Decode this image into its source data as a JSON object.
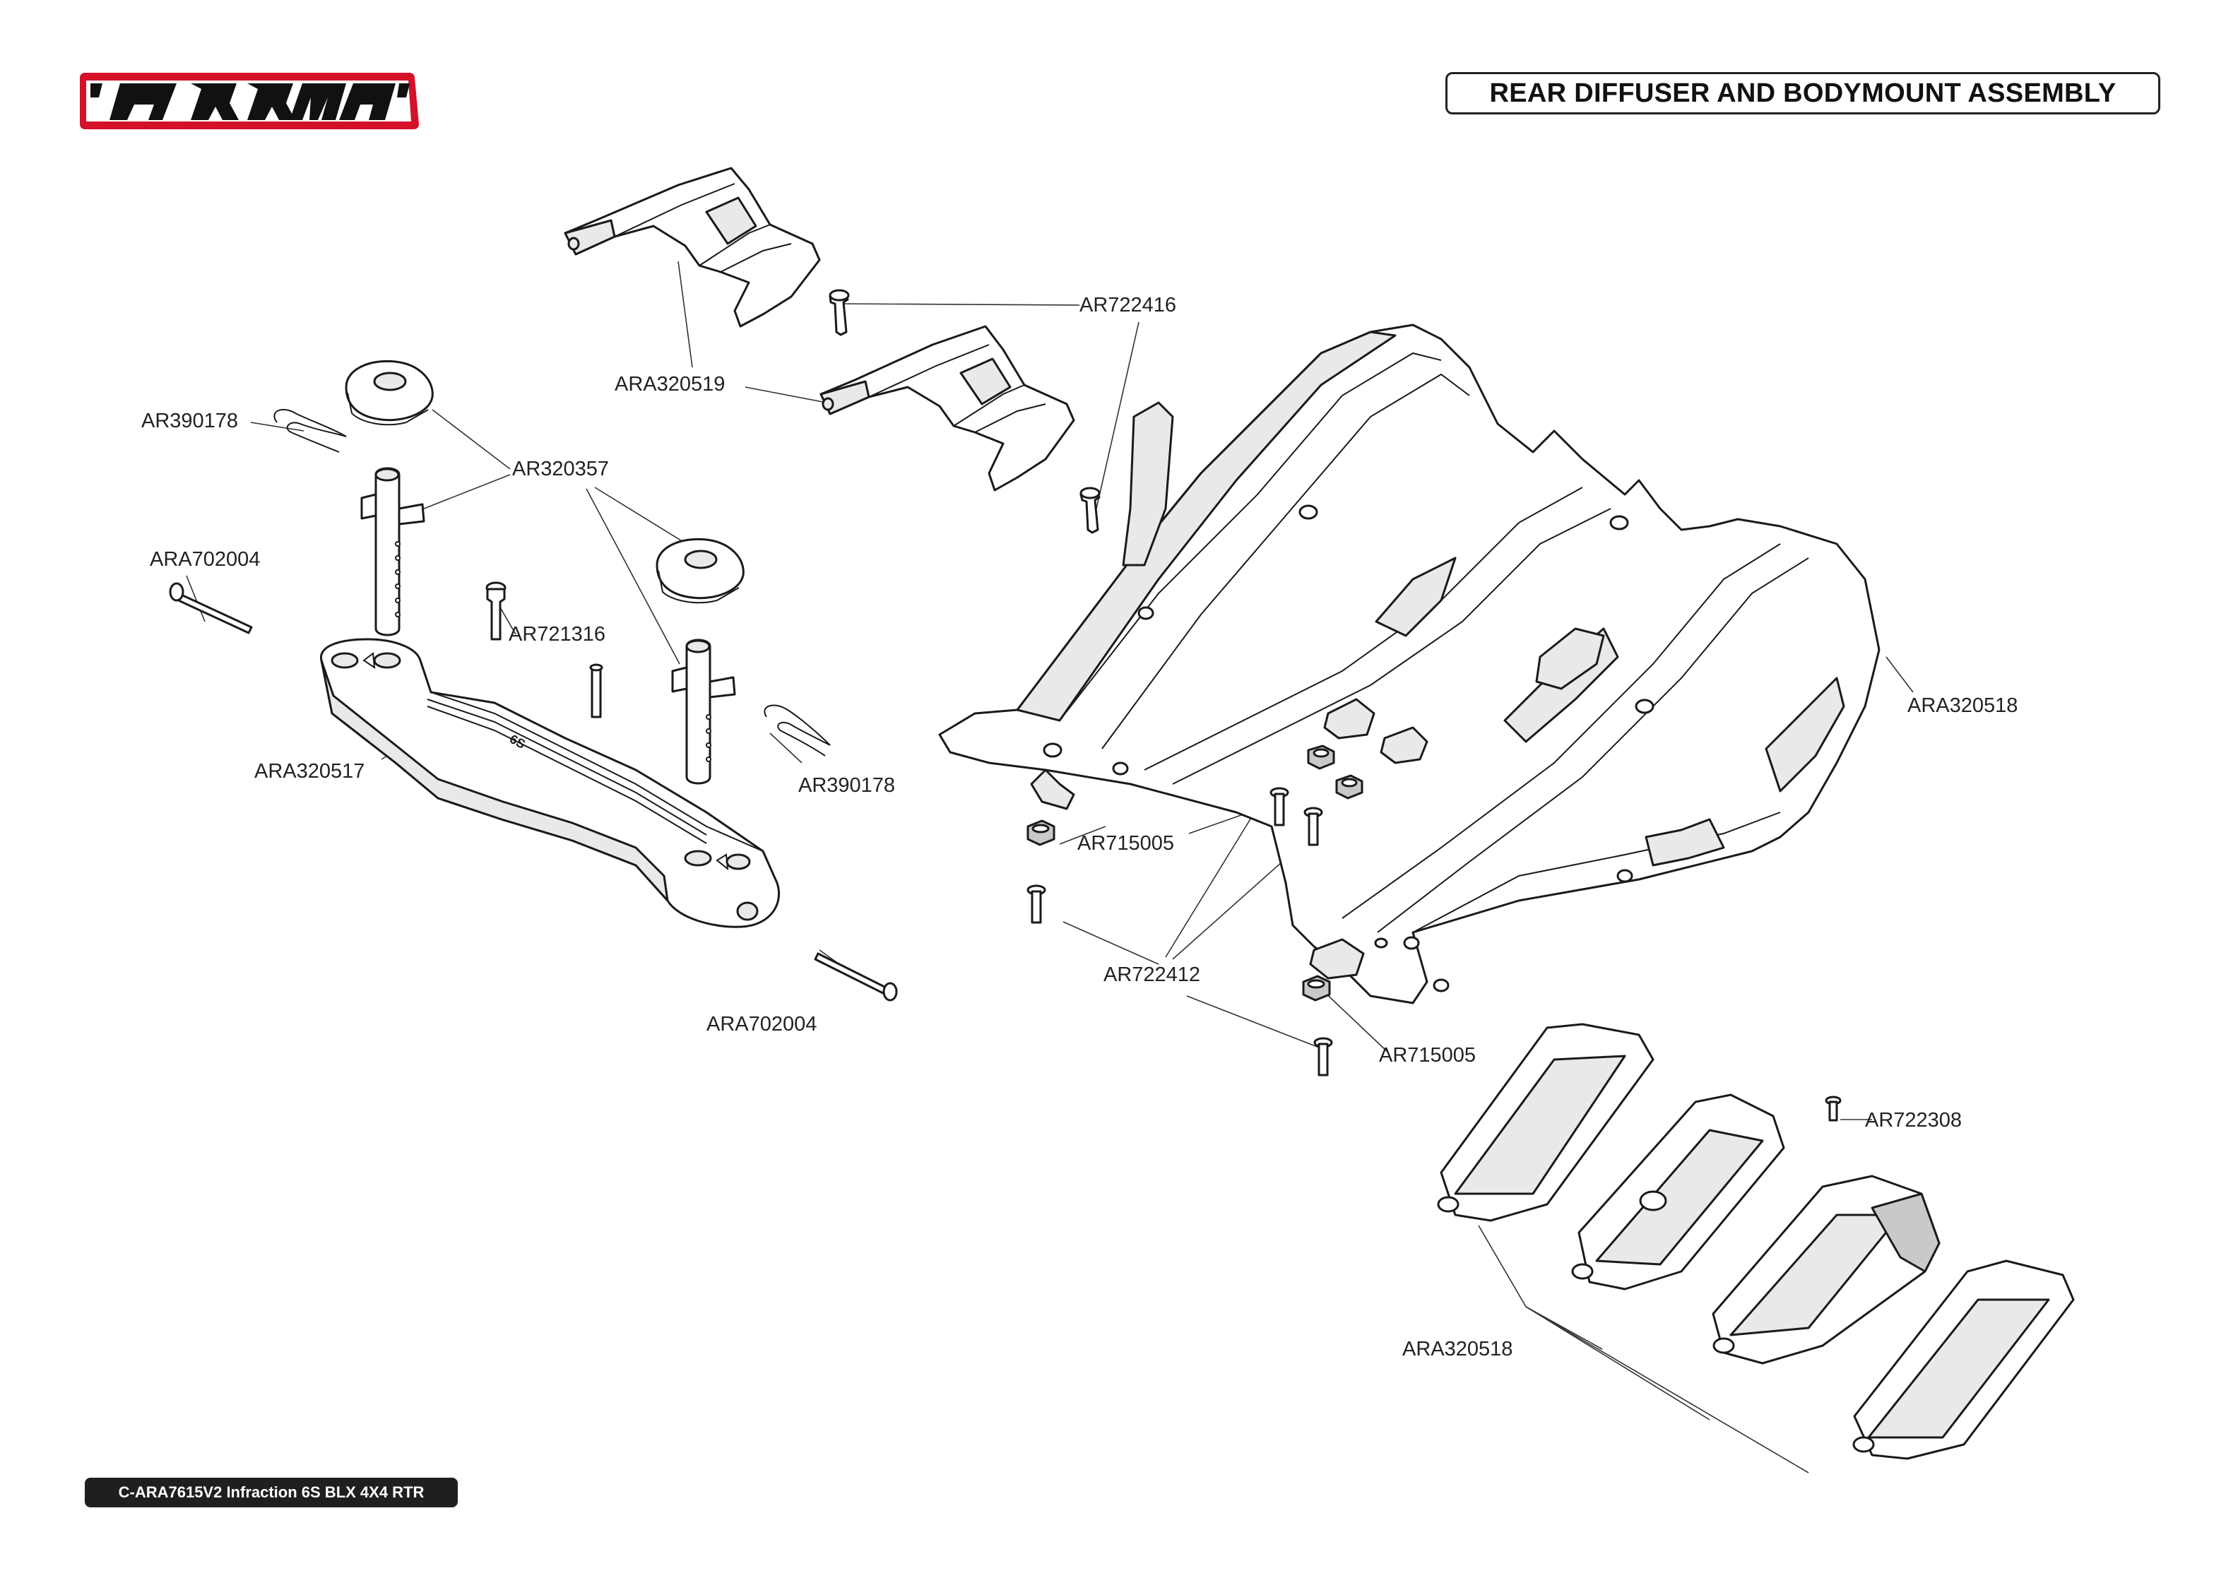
{
  "brand": {
    "logo_text": "ARRMA",
    "logo_colors": {
      "outer": "#d3122a",
      "fill": "#111111",
      "inner": "#ffffff"
    }
  },
  "header": {
    "title": "REAR DIFFUSER AND BODYMOUNT ASSEMBLY"
  },
  "footer": {
    "model": "C-ARA7615V2 Infraction 6S BLX 4X4 RTR"
  },
  "part_labels": [
    "AR722416",
    "ARA320519",
    "AR390178",
    "AR320357",
    "ARA702004",
    "AR721316",
    "ARA320517",
    "AR390178",
    "ARA320518",
    "AR715005",
    "AR722412",
    "ARA702004",
    "AR715005",
    "AR722308",
    "ARA320518"
  ]
}
